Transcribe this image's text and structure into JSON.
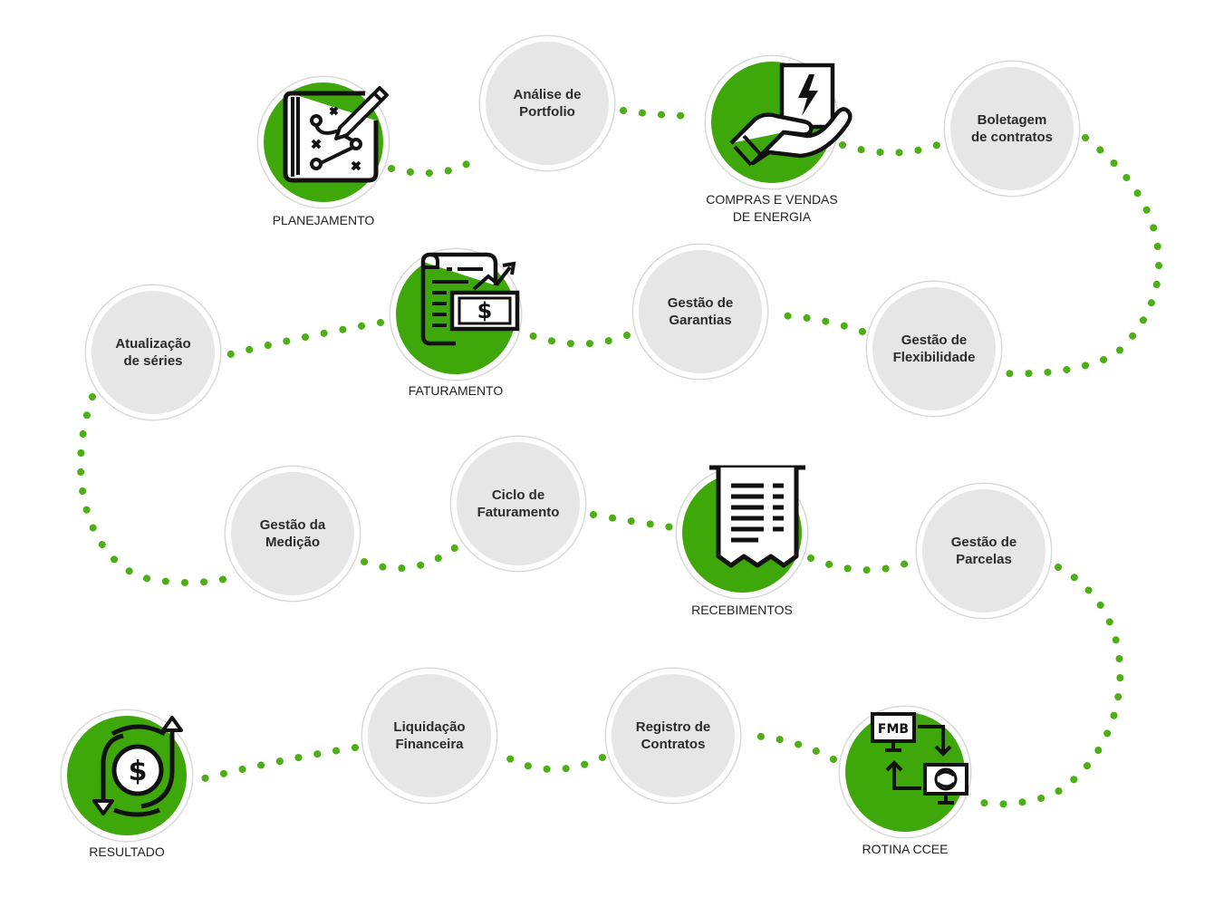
{
  "colors": {
    "accent": "#3ea80a",
    "dot": "#4caf14",
    "node_fill": "#e6e6e6"
  },
  "milestones": {
    "planejamento": {
      "label": "PLANEJAMENTO",
      "icon": "plan-map-icon"
    },
    "compras": {
      "label_line1": "COMPRAS E VENDAS",
      "label_line2": "DE ENERGIA",
      "icon": "energy-contract-hand-icon"
    },
    "faturamento": {
      "label": "FATURAMENTO",
      "icon": "invoice-money-icon"
    },
    "recebimentos": {
      "label": "RECEBIMENTOS",
      "icon": "receipt-icon"
    },
    "rotina_ccee": {
      "label": "ROTINA CCEE",
      "icon": "fmb-ccee-exchange-icon",
      "fmb_text": "FMB"
    },
    "resultado": {
      "label": "RESULTADO",
      "icon": "dollar-cycle-icon"
    }
  },
  "steps": {
    "analise": [
      "Análise de",
      "Portfolio"
    ],
    "boletagem": [
      "Boletagem",
      "de contratos"
    ],
    "flexibilidade": [
      "Gestão de",
      "Flexibilidade"
    ],
    "garantias": [
      "Gestão de",
      "Garantias"
    ],
    "atualizacao": [
      "Atualização",
      "de séries"
    ],
    "medicao": [
      "Gestão da",
      "Medição"
    ],
    "ciclo": [
      "Ciclo de",
      "Faturamento"
    ],
    "parcelas": [
      "Gestão de",
      "Parcelas"
    ],
    "registro": [
      "Registro de",
      "Contratos"
    ],
    "liquidacao": [
      "Liquidação",
      "Financeira"
    ]
  }
}
